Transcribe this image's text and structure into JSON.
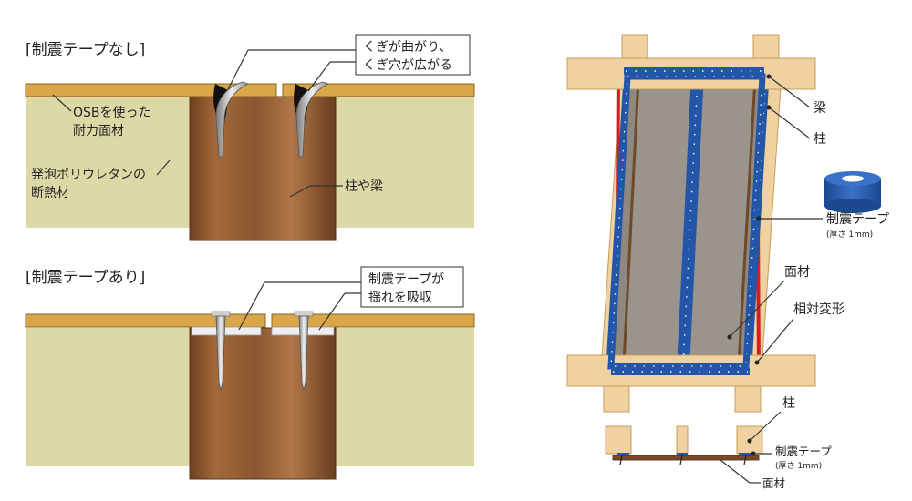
{
  "colors": {
    "insulation": "#dcd9a6",
    "osb": "#d9a64a",
    "timber_light": "#efd2a0",
    "timber_edge": "#c79c5c",
    "post": "#8a5630",
    "tape_blue": "#2356a8",
    "panel_gray": "#8e8880",
    "deform_red": "#d02020",
    "leader": "#333333"
  },
  "without_tape": {
    "title": "[制震テープなし]",
    "callout": [
      "くぎが曲がり、",
      "くぎ穴が広がる"
    ],
    "osb_label": [
      "OSBを使った",
      "耐力面材"
    ],
    "insulation_label": [
      "発泡ポリウレタンの",
      "断熱材"
    ],
    "post_label": "柱や梁"
  },
  "with_tape": {
    "title": "[制震テープあり]",
    "callout": [
      "制震テープが",
      "揺れを吸収"
    ]
  },
  "frame": {
    "beam_label": "梁",
    "post_label": "柱",
    "tape_label": "制震テープ",
    "tape_thickness": "(厚さ 1mm)",
    "panel_label": "面材",
    "deformation_label": "相対変形"
  },
  "section": {
    "post_label": "柱",
    "tape_label": "制震テープ",
    "tape_thickness": "(厚さ 1mm)",
    "panel_label": "面材"
  }
}
